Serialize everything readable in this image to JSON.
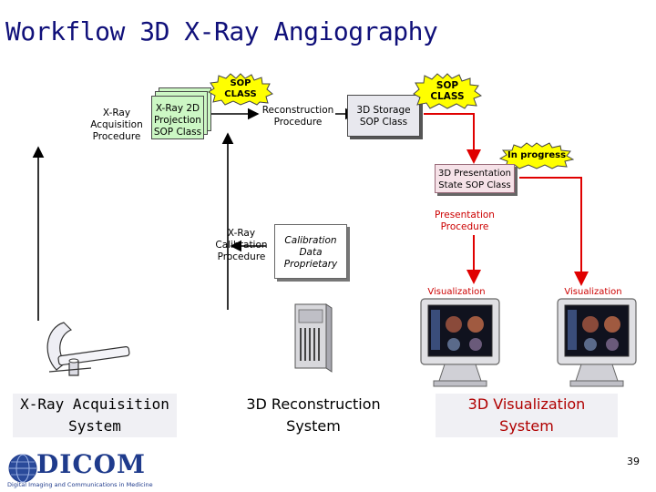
{
  "title": "Workflow 3D X-Ray Angiography",
  "acquisition": {
    "procedure": [
      "X-Ray",
      "Acquisition",
      "Procedure"
    ],
    "system": [
      "X-Ray Acquisition",
      "System"
    ]
  },
  "sop_2d": [
    "X-Ray 2D",
    "Projection",
    "SOP Class"
  ],
  "sop_badge_1": [
    "SOP",
    "CLASS"
  ],
  "sop_badge_2": [
    "SOP",
    "CLASS"
  ],
  "reconstruction": {
    "procedure": [
      "Reconstruction",
      "Procedure"
    ],
    "system": [
      "3D Reconstruction",
      "System"
    ]
  },
  "storage": [
    "3D Storage",
    "SOP Class"
  ],
  "in_progress": "In progress",
  "presentation_state": [
    "3D Presentation",
    "State SOP Class"
  ],
  "presentation_procedure": [
    "Presentation",
    "Procedure"
  ],
  "calibration": {
    "procedure": [
      "X-Ray",
      "Calibration",
      "Procedure"
    ],
    "data": [
      "Calibration",
      "Data",
      "Proprietary"
    ]
  },
  "visualization_labels": [
    "Visualization",
    "Visualization"
  ],
  "visualization_system": [
    "3D Visualization",
    "System"
  ],
  "logo": {
    "text": "DICOM",
    "tagline": "Digital Imaging and Communications in Medicine"
  },
  "page_number": "39",
  "colors": {
    "title": "#10107a",
    "arrow_red": "#e00000",
    "badge_yellow": "#ffff00",
    "sop_green": "#ccf7c4",
    "logo_blue": "#1f3b8c"
  }
}
